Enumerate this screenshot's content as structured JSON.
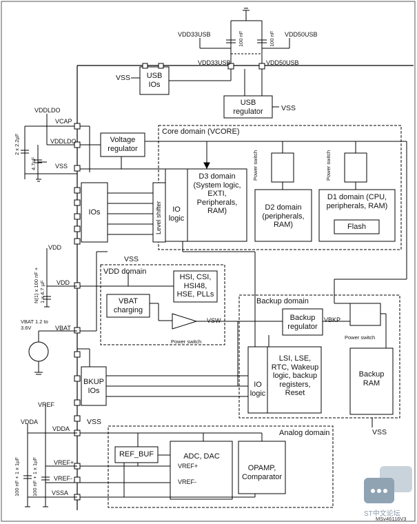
{
  "labels": {
    "vdd33usb_top": "VDD33USB",
    "vdd50usb_top": "VDD50USB",
    "cap_left": "100 nF",
    "cap_right": "100 nF",
    "vdd33usb_bus": "VDD33USB",
    "vdd50usb_bus": "VDD50USB",
    "vss_usb": "VSS",
    "usb_ios": "USB IOs",
    "usb_regulator": "USB regulator",
    "vss_usbreg": "VSS",
    "vddldo_top": "VDDLDO",
    "vcap": "VCAP",
    "vddldo_pin": "VDDLDO",
    "vss_pin": "VSS",
    "cap_2x22": "2 x 2.2µF",
    "cap_47": "4.7µF",
    "voltage_regulator": "Voltage regulator",
    "core_domain": "Core domain (VCORE)",
    "d3_domain": "D3 domain (System logic, EXTI, Peripherals, RAM)",
    "power_switch_d2": "Power switch",
    "power_switch_d1": "Power switch",
    "d2_domain": "D2 domain (peripherals, RAM)",
    "d1_domain": "D1 domain (CPU, peripherals, RAM)",
    "flash": "Flash",
    "ios": "IOs",
    "level_shifter": "Level shifter",
    "io_logic_core": "IO logic",
    "vdd_top": "VDD",
    "vdd_caps": "N(1) x 100 nF + 1 x 4.7 µF",
    "vdd_pin": "VDD",
    "vss_vdddomain": "VSS",
    "vdd_domain": "VDD domain",
    "hsi_block": "HSI, CSI, HSI48, HSE, PLLs",
    "vbat_charging": "VBAT charging",
    "vsw": "VSW",
    "power_switch_vdd": "Power switch",
    "vbat_range": "VBAT 1.2 to 3.6V",
    "vbat_pin": "VBAT",
    "backup_domain": "Backup domain",
    "backup_regulator": "Backup regulator",
    "vbkp": "VBKP",
    "power_switch_backup": "Power switch",
    "backup_ram": "Backup RAM",
    "lse_block": "LSI, LSE, RTC, Wakeup logic, backup registers, Reset",
    "io_logic_backup": "IO logic",
    "bkup_ios": "BKUP IOs",
    "vss_bkup": "VSS",
    "vss_backup": "VSS",
    "vref": "VREF",
    "vdda_top": "VDDA",
    "vdda_pin": "VDDA",
    "vref_plus_pin": "VREF+",
    "vref_minus_pin": "VREF-",
    "vssa_pin": "VSSA",
    "analog_domain": "Analog domain",
    "ref_buf": "REF_BUF",
    "adc_dac": "ADC, DAC",
    "vref_plus_in": "VREF+",
    "vref_minus_in": "VREF-",
    "opamp": "OPAMP, Comparator",
    "caps_vdda": "100 nF + 1 x 1µF",
    "caps_vref": "100 nF + 1 x 1µF",
    "watermark": "ST中文论坛",
    "figure_id": "MSv46116V3"
  }
}
